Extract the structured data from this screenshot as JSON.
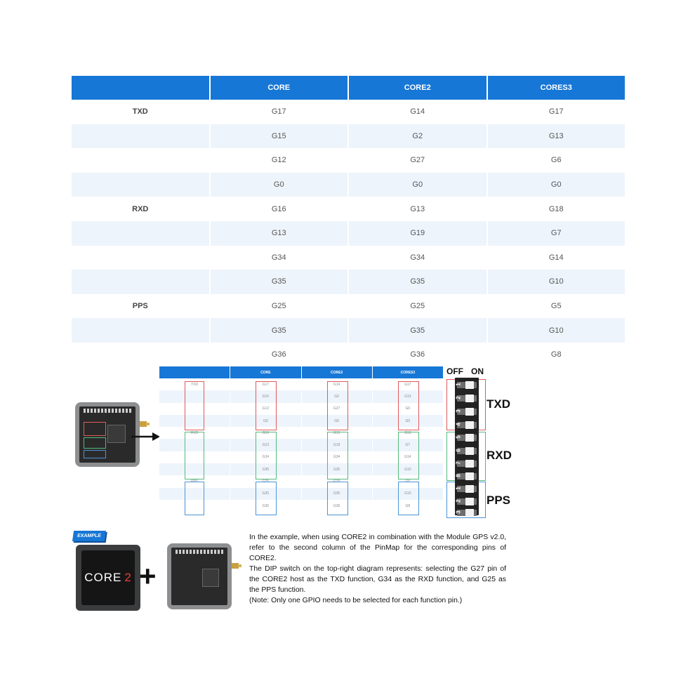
{
  "main_table": {
    "headers": [
      "",
      "CORE",
      "CORE2",
      "CORES3"
    ],
    "rows": [
      [
        "TXD",
        "G17",
        "G14",
        "G17"
      ],
      [
        "",
        "G15",
        "G2",
        "G13"
      ],
      [
        "",
        "G12",
        "G27",
        "G6"
      ],
      [
        "",
        "G0",
        "G0",
        "G0"
      ],
      [
        "RXD",
        "G16",
        "G13",
        "G18"
      ],
      [
        "",
        "G13",
        "G19",
        "G7"
      ],
      [
        "",
        "G34",
        "G34",
        "G14"
      ],
      [
        "",
        "G35",
        "G35",
        "G10"
      ],
      [
        "PPS",
        "G25",
        "G25",
        "G5"
      ],
      [
        "",
        "G35",
        "G35",
        "G10"
      ],
      [
        "",
        "G36",
        "G36",
        "G8"
      ]
    ]
  },
  "dip_switch": {
    "off_label": "OFF",
    "on_label": "ON",
    "groups": [
      {
        "label": "TXD",
        "numbers": [
          "1",
          "2",
          "3",
          "4"
        ]
      },
      {
        "label": "RXD",
        "numbers": [
          "5",
          "6",
          "7",
          "8"
        ]
      },
      {
        "label": "PPS",
        "numbers": [
          "1",
          "2",
          "3"
        ]
      }
    ]
  },
  "example": {
    "tag": "EXAMPLE",
    "device_text": "CORE",
    "device_highlight": "2",
    "plus": "+",
    "paragraphs": [
      "In the example, when using CORE2 in combination with the Module GPS v2.0, refer to the second column of the PinMap for the corresponding pins of CORE2.",
      "The DIP switch on the top-right diagram represents: selecting the G27 pin of the CORE2 host as the TXD function, G34 as the RXD function, and G25 as the PPS function.",
      "(Note: Only one GPIO needs to be selected for each function pin.)"
    ]
  },
  "colors": {
    "header_blue": "#1777d6",
    "txd_frame": "#e05a5a",
    "rxd_frame": "#54b97d",
    "pps_frame": "#4b95d6"
  }
}
